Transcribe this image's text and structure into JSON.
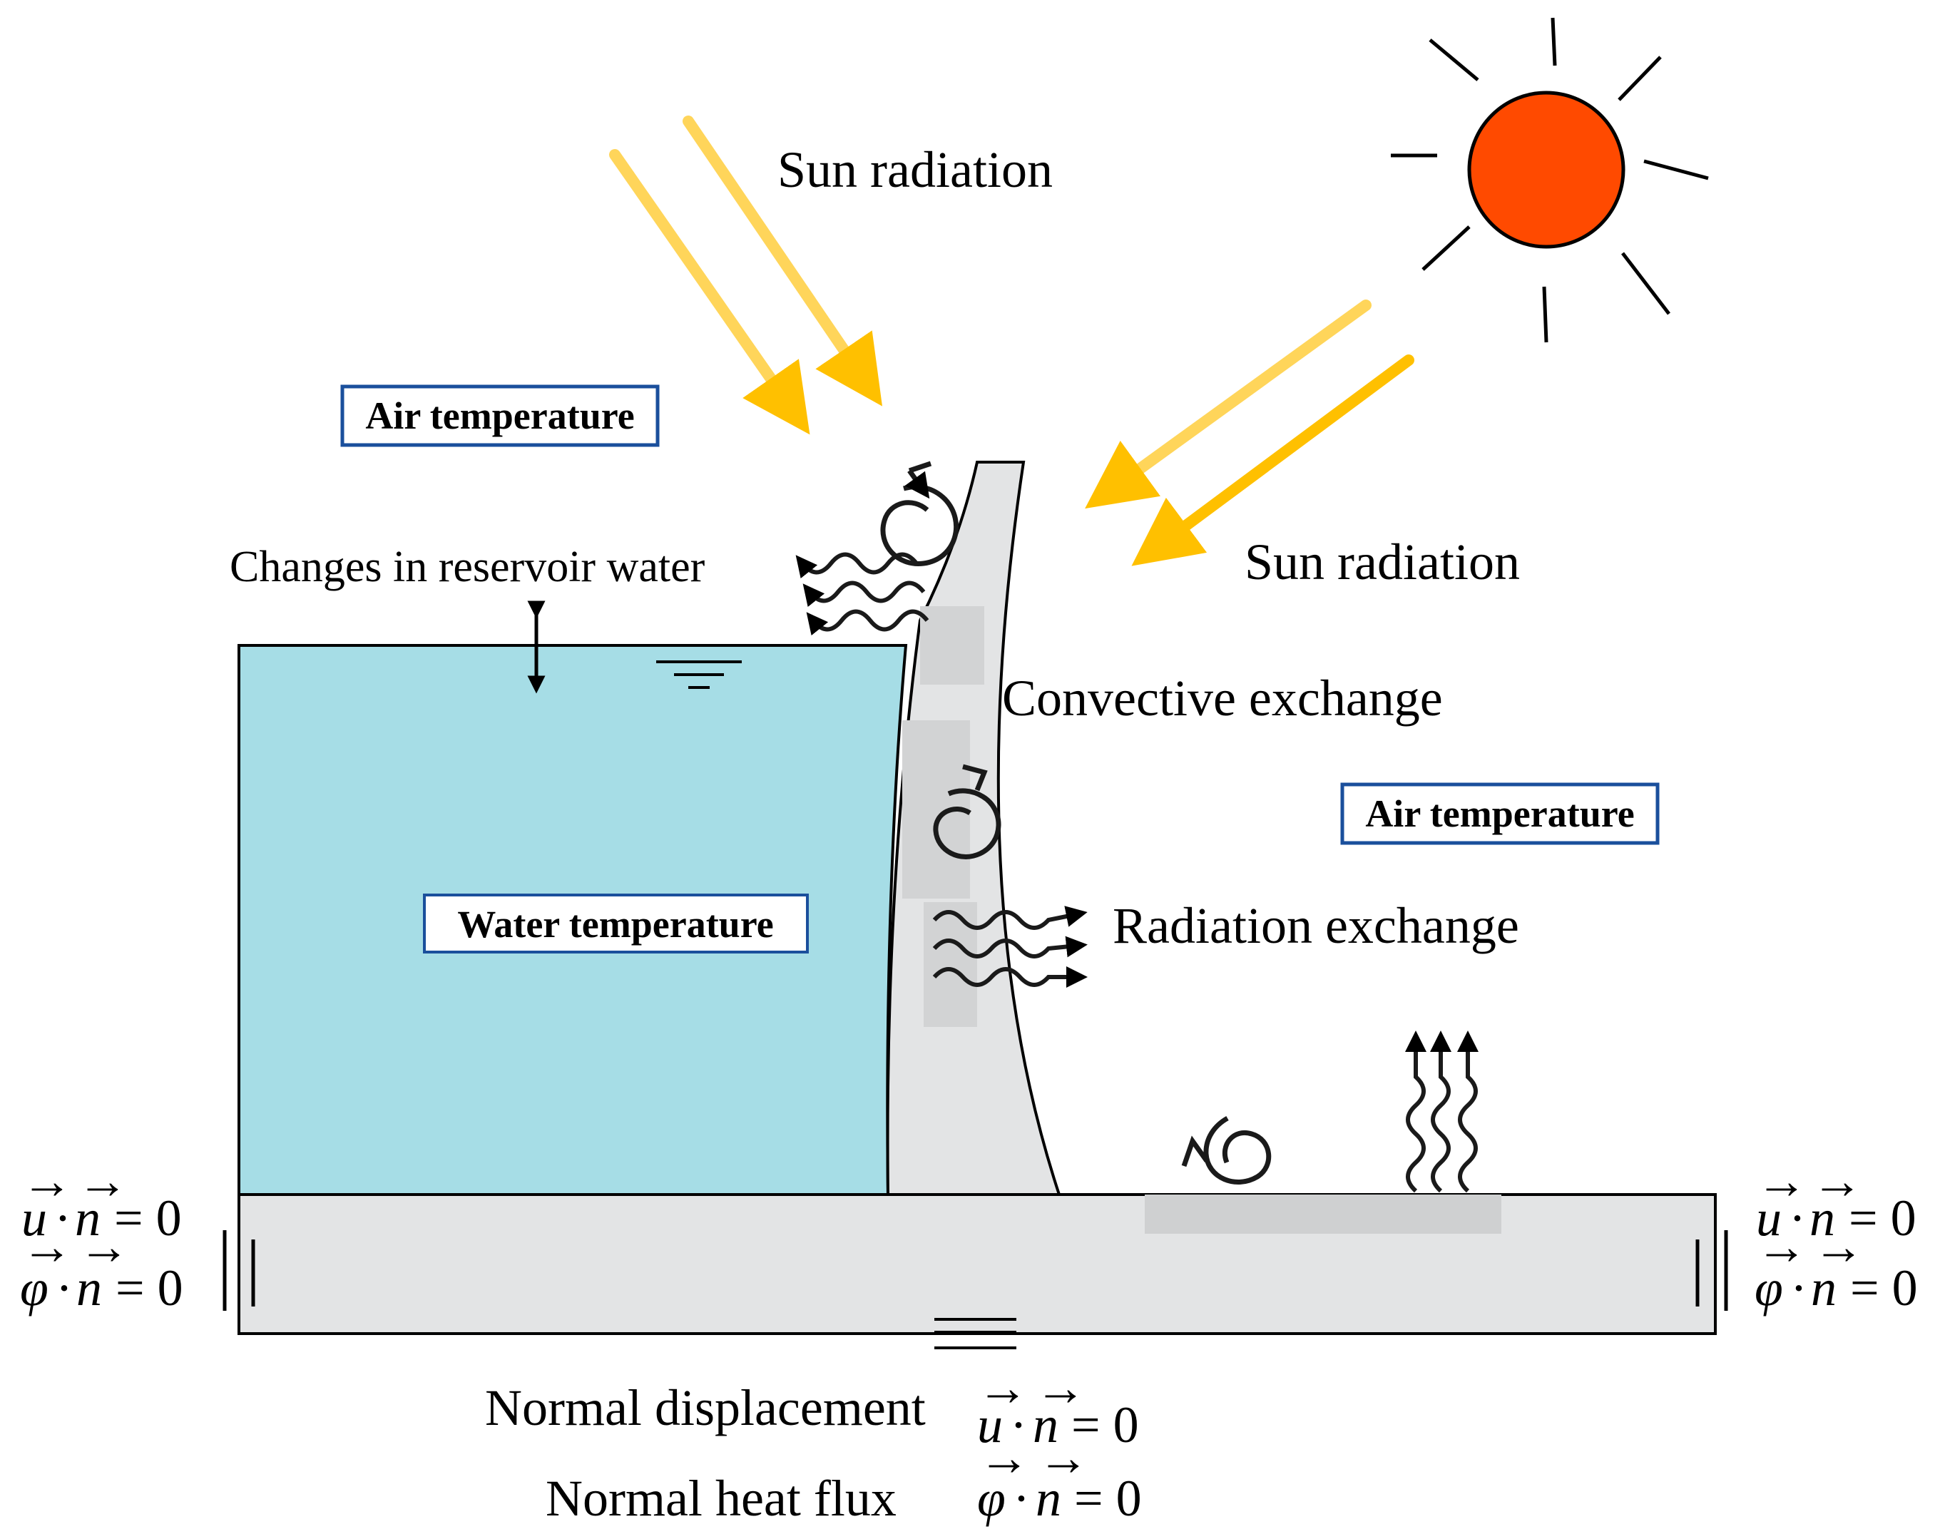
{
  "colors": {
    "water": "#a6dde6",
    "concrete": "#e3e4e5",
    "sun": "#ff4a00",
    "ray_light": "#ffd55a",
    "ray_dark": "#ffc000",
    "box_border": "#1a4f9c"
  },
  "labels": {
    "sun_radiation_top": "Sun radiation",
    "sun_radiation_right": "Sun radiation",
    "air_temperature_left": "Air temperature",
    "air_temperature_right": "Air temperature",
    "water_temperature": "Water temperature",
    "changes_reservoir": "Changes in reservoir water",
    "convective_exchange": "Convective exchange",
    "radiation_exchange": "Radiation exchange",
    "normal_displacement": "Normal displacement",
    "normal_heat_flux": "Normal heat flux"
  },
  "math": {
    "u": "u",
    "phi": "φ",
    "n": "n",
    "dot": "·",
    "eq_zero": "= 0"
  },
  "icons": [
    "sun-icon",
    "sun-ray-arrow-icon",
    "convection-swirl-icon",
    "radiation-wave-icon",
    "water-level-icon",
    "double-arrow-icon",
    "roller-support-icon"
  ]
}
